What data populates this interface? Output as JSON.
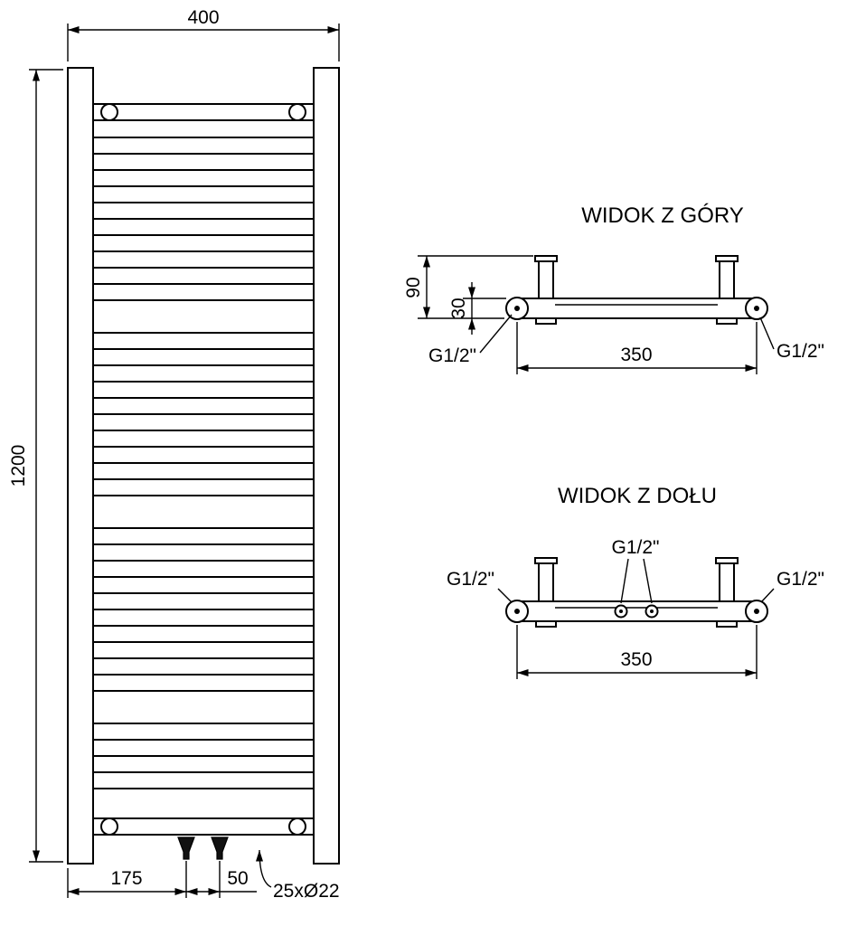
{
  "drawing": {
    "front_view": {
      "dim_width": "400",
      "dim_height": "1200",
      "dim_left_offset": "175",
      "dim_valve_spacing": "50",
      "rung_note": "25xØ22"
    },
    "top_view": {
      "title": "WIDOK Z GÓRY",
      "dim_bracket_depth": "90",
      "dim_tube_depth": "30",
      "dim_connection_spacing": "350",
      "connection_left": "G1/2\"",
      "connection_right": "G1/2\""
    },
    "bottom_view": {
      "title": "WIDOK Z DOŁU",
      "dim_connection_spacing": "350",
      "connection_left": "G1/2\"",
      "connection_center": "G1/2\"",
      "connection_right": "G1/2\""
    },
    "colors": {
      "line": "#000000",
      "background": "#ffffff"
    }
  }
}
